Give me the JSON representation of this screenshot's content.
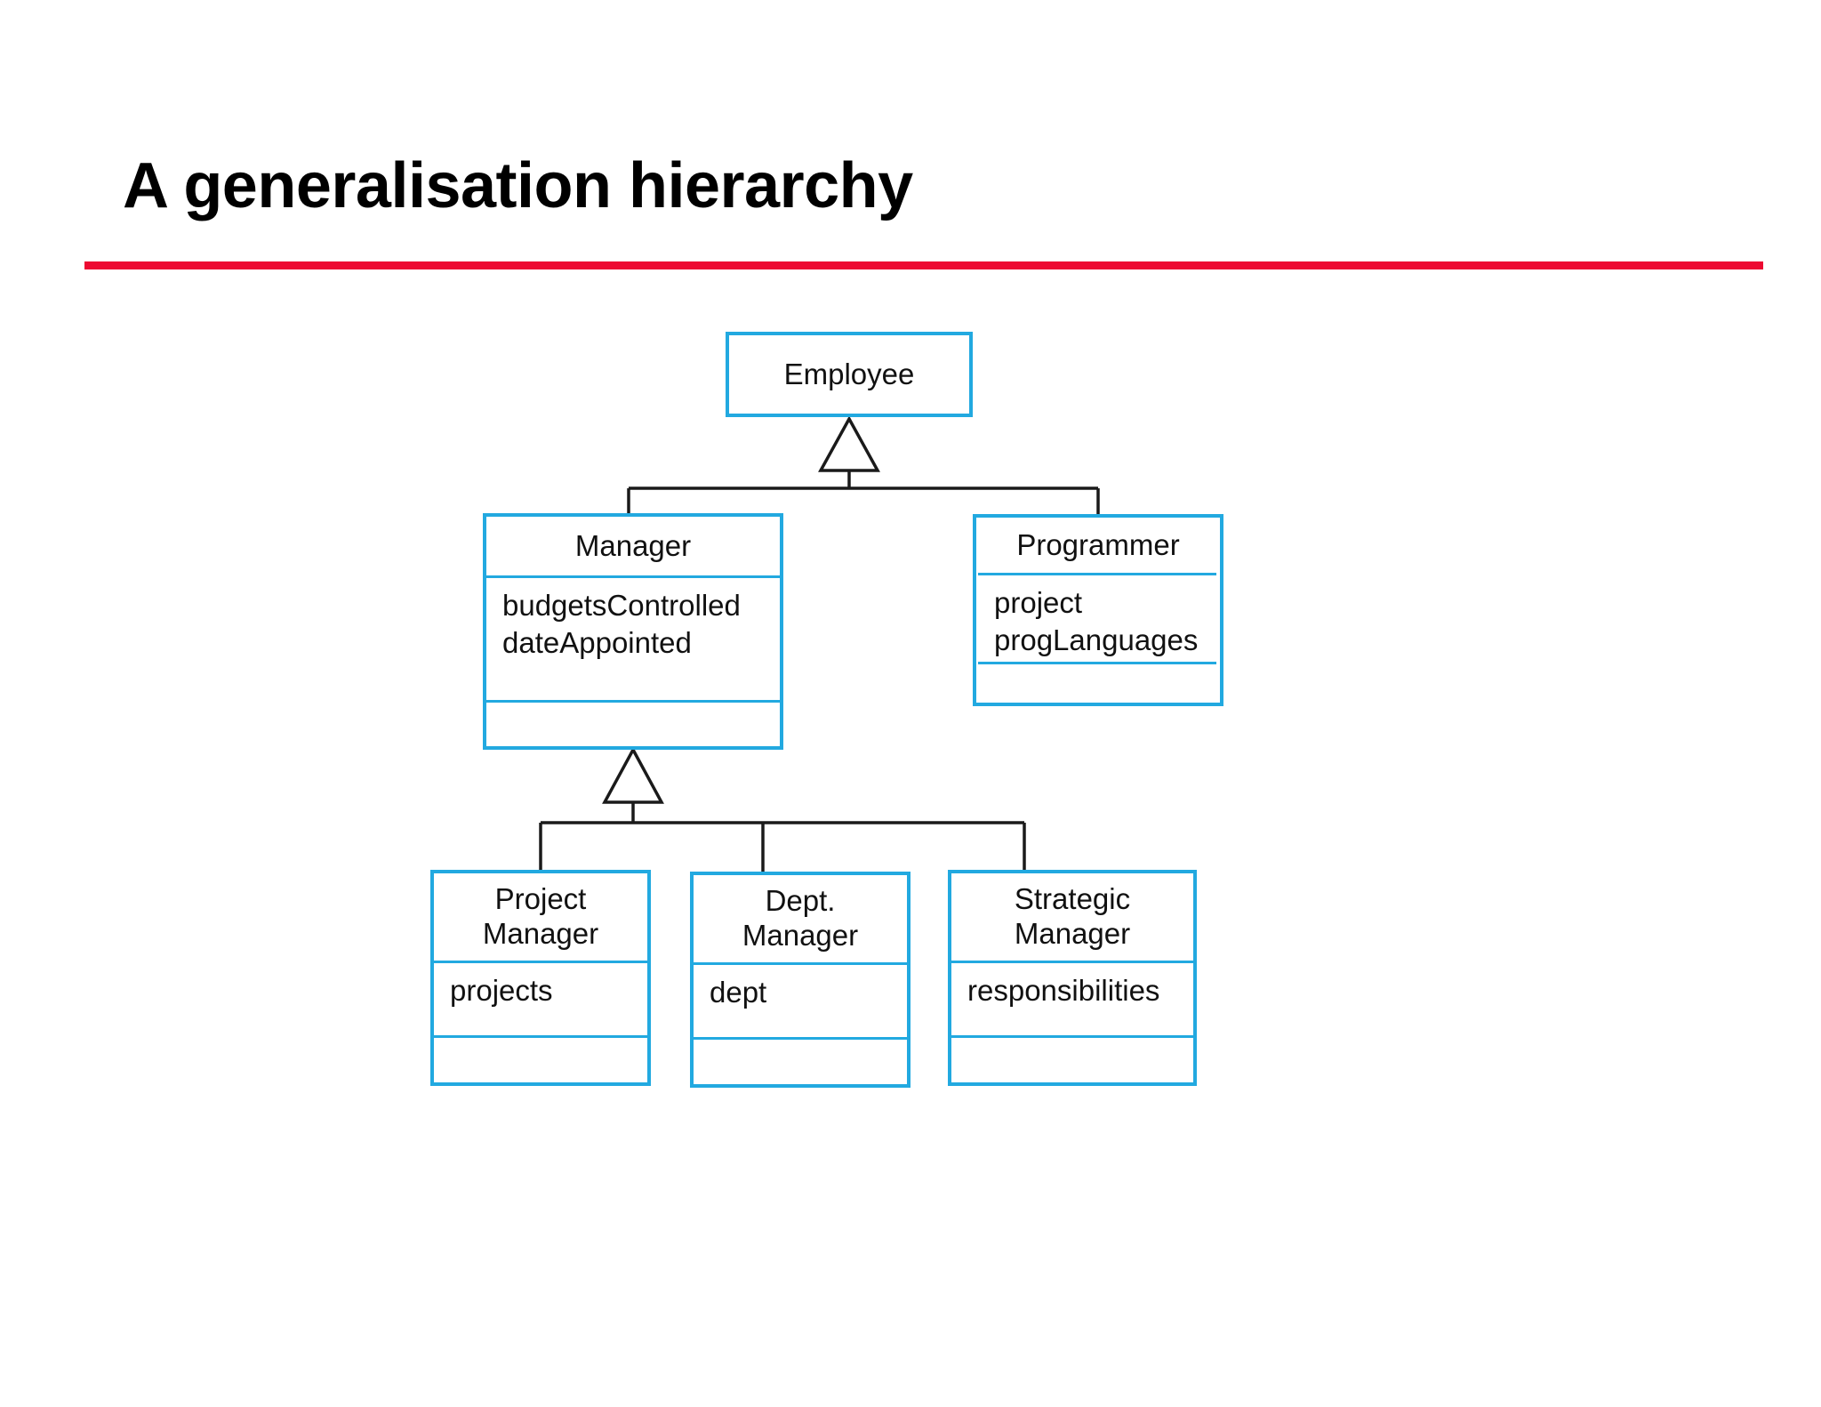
{
  "slide": {
    "title": "A generalisation hierarchy",
    "rule_color": "#ED0A32",
    "background": "#FFFFFF"
  },
  "diagram": {
    "kind": "uml-class-diagram",
    "notation": "generalisation",
    "box_border_color": "#22A9E0",
    "connector_color": "#1A1A1A",
    "classes": [
      {
        "id": "employee",
        "name": "Employee",
        "attributes": "",
        "operations": "",
        "compartments": 1
      },
      {
        "id": "manager",
        "name": "Manager",
        "attributes": "budgetsControlled\ndateAppointed",
        "operations": "",
        "compartments": 3
      },
      {
        "id": "programmer",
        "name": "Programmer",
        "attributes": "project\nprogLanguages",
        "operations": "",
        "compartments": 3
      },
      {
        "id": "project-manager",
        "name": "Project\nManager",
        "attributes": "projects",
        "operations": "",
        "compartments": 3
      },
      {
        "id": "dept-manager",
        "name": "Dept.\nManager",
        "attributes": "dept",
        "operations": "",
        "compartments": 3
      },
      {
        "id": "strategic-manager",
        "name": "Strategic\nManager",
        "attributes": "responsibilities",
        "operations": "",
        "compartments": 3
      }
    ],
    "generalisations": [
      {
        "parent": "employee",
        "children": [
          "manager",
          "programmer"
        ]
      },
      {
        "parent": "manager",
        "children": [
          "project-manager",
          "dept-manager",
          "strategic-manager"
        ]
      }
    ]
  }
}
